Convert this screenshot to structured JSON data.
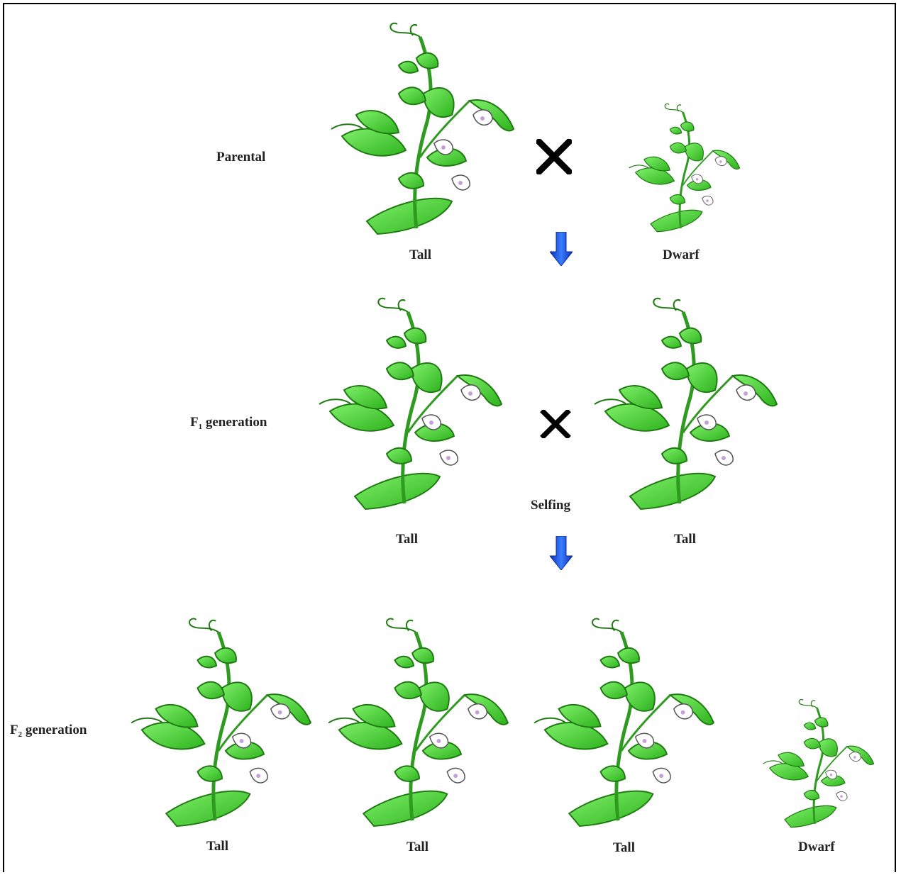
{
  "generations": {
    "parental": {
      "label": "Parental"
    },
    "f1": {
      "prefix": "F",
      "sub": "1",
      "suffix": " generation"
    },
    "f2": {
      "prefix": "F",
      "sub": "2",
      "suffix": " generation"
    }
  },
  "parental_plants": [
    {
      "label": "Tall"
    },
    {
      "label": "Dwarf"
    }
  ],
  "f1_plants": [
    {
      "label": "Tall"
    },
    {
      "label": "Tall"
    }
  ],
  "f1_cross_note": "Selfing",
  "f2_plants": [
    {
      "label": "Tall"
    },
    {
      "label": "Tall"
    },
    {
      "label": "Tall"
    },
    {
      "label": "Dwarf"
    }
  ],
  "colors": {
    "leaf": "#4fd43a",
    "leaf_dark": "#1f7a12",
    "stem": "#2f9a20",
    "arrow": "#1b4fd8",
    "cross": "#000000"
  },
  "icons": [
    "pea-plant-icon",
    "cross-icon",
    "down-arrow-icon"
  ]
}
